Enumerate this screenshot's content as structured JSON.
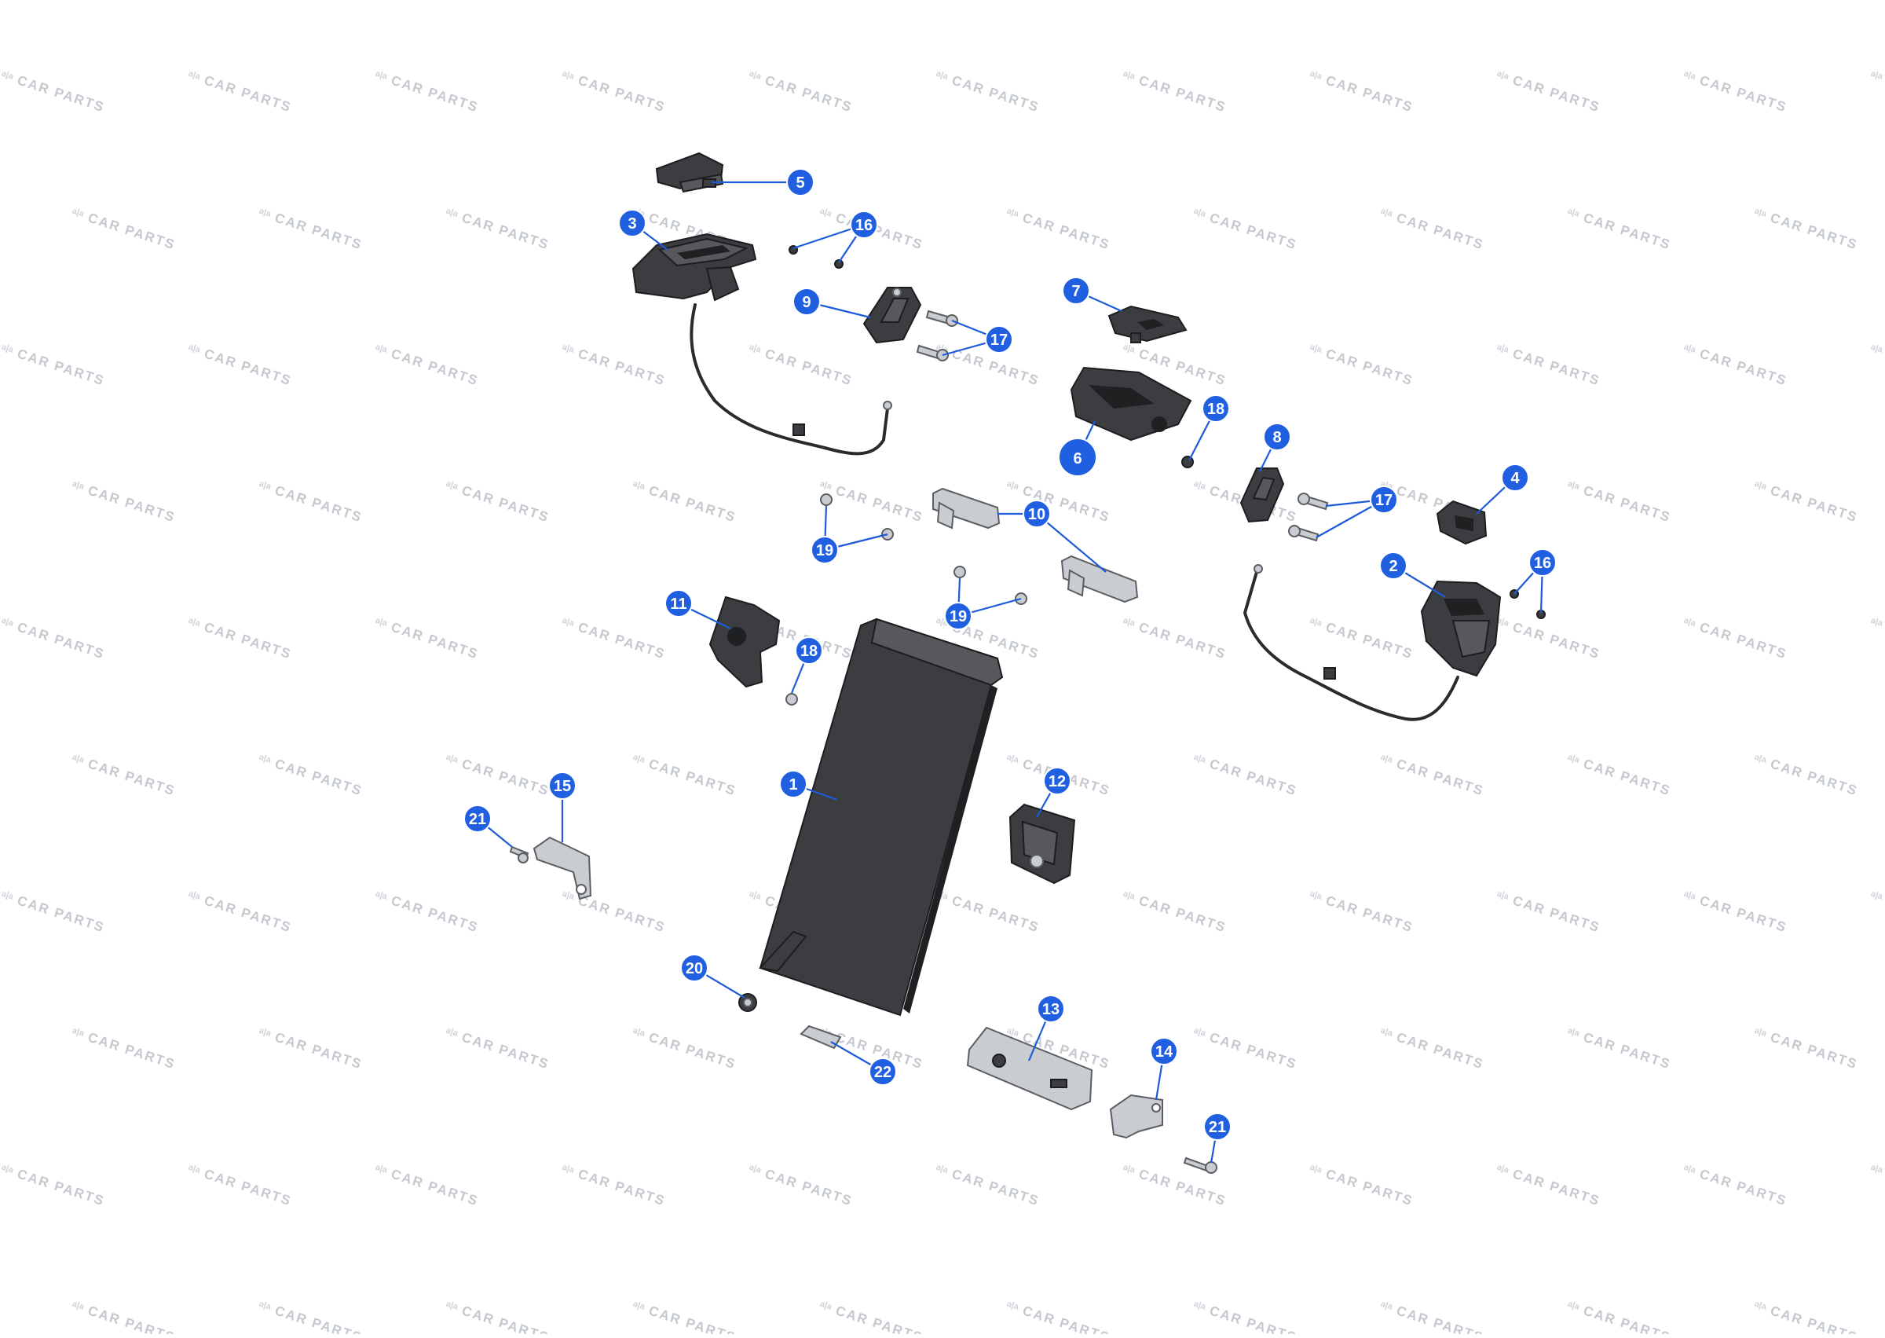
{
  "watermark": {
    "text": "CAR PARTS",
    "logo": "a|a"
  },
  "callouts": [
    {
      "id": "c1",
      "label": "1"
    },
    {
      "id": "c2",
      "label": "2"
    },
    {
      "id": "c3",
      "label": "3"
    },
    {
      "id": "c4",
      "label": "4"
    },
    {
      "id": "c5",
      "label": "5"
    },
    {
      "id": "c6",
      "label": "6"
    },
    {
      "id": "c7",
      "label": "7"
    },
    {
      "id": "c8",
      "label": "8"
    },
    {
      "id": "c9",
      "label": "9"
    },
    {
      "id": "c10",
      "label": "10"
    },
    {
      "id": "c11",
      "label": "11"
    },
    {
      "id": "c12",
      "label": "12"
    },
    {
      "id": "c13",
      "label": "13"
    },
    {
      "id": "c14",
      "label": "14"
    },
    {
      "id": "c15",
      "label": "15"
    },
    {
      "id": "c16a",
      "label": "16"
    },
    {
      "id": "c16b",
      "label": "16"
    },
    {
      "id": "c17a",
      "label": "17"
    },
    {
      "id": "c17b",
      "label": "17"
    },
    {
      "id": "c18a",
      "label": "18"
    },
    {
      "id": "c18b",
      "label": "18"
    },
    {
      "id": "c19a",
      "label": "19"
    },
    {
      "id": "c19b",
      "label": "19"
    },
    {
      "id": "c20",
      "label": "20"
    },
    {
      "id": "c21a",
      "label": "21"
    },
    {
      "id": "c21b",
      "label": "21"
    },
    {
      "id": "c22",
      "label": "22"
    }
  ],
  "colors": {
    "callout": "#1f5fe0",
    "part": "#3c3d40",
    "metal": "#c9ccd0",
    "watermark": "#c4c8cf"
  }
}
